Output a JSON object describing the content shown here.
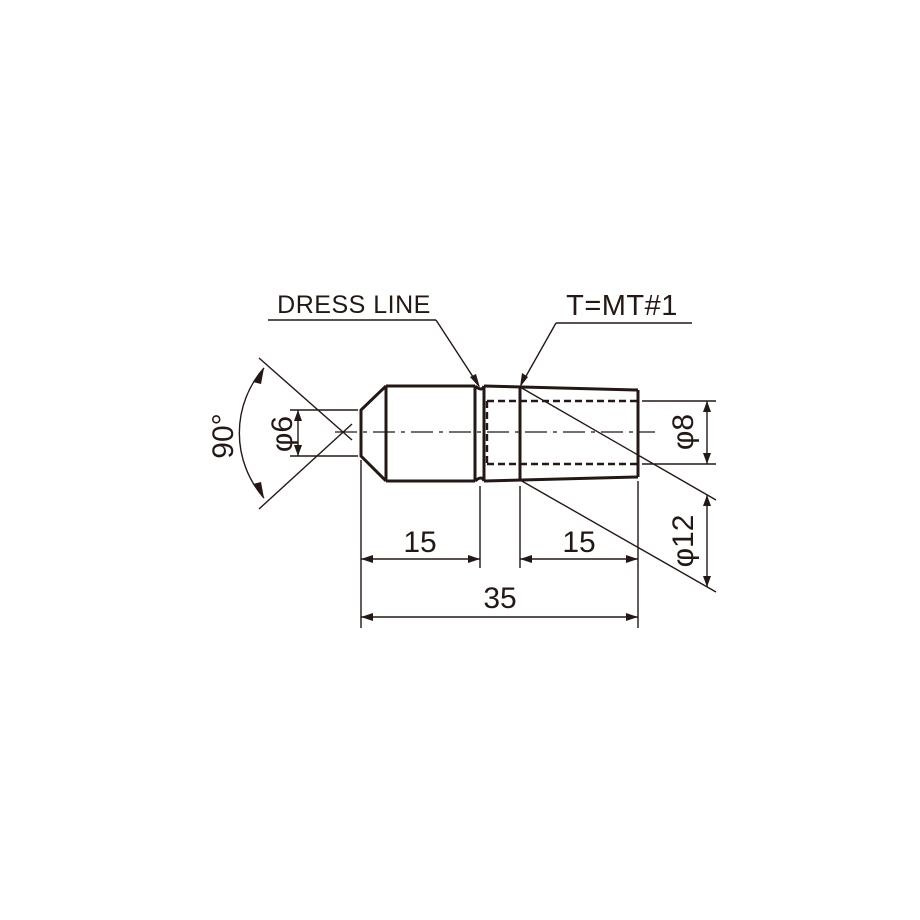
{
  "labels": {
    "dress_line": "DRESS LINE",
    "thread": "T=MT#1"
  },
  "dimensions": {
    "angle": "90°",
    "tip_diameter": "φ6",
    "shank_diameter": "φ8",
    "taper_diameter": "φ12",
    "front_length": "15",
    "rear_length": "15",
    "total_length": "35"
  },
  "colors": {
    "line": "#231815",
    "background": "#ffffff"
  }
}
